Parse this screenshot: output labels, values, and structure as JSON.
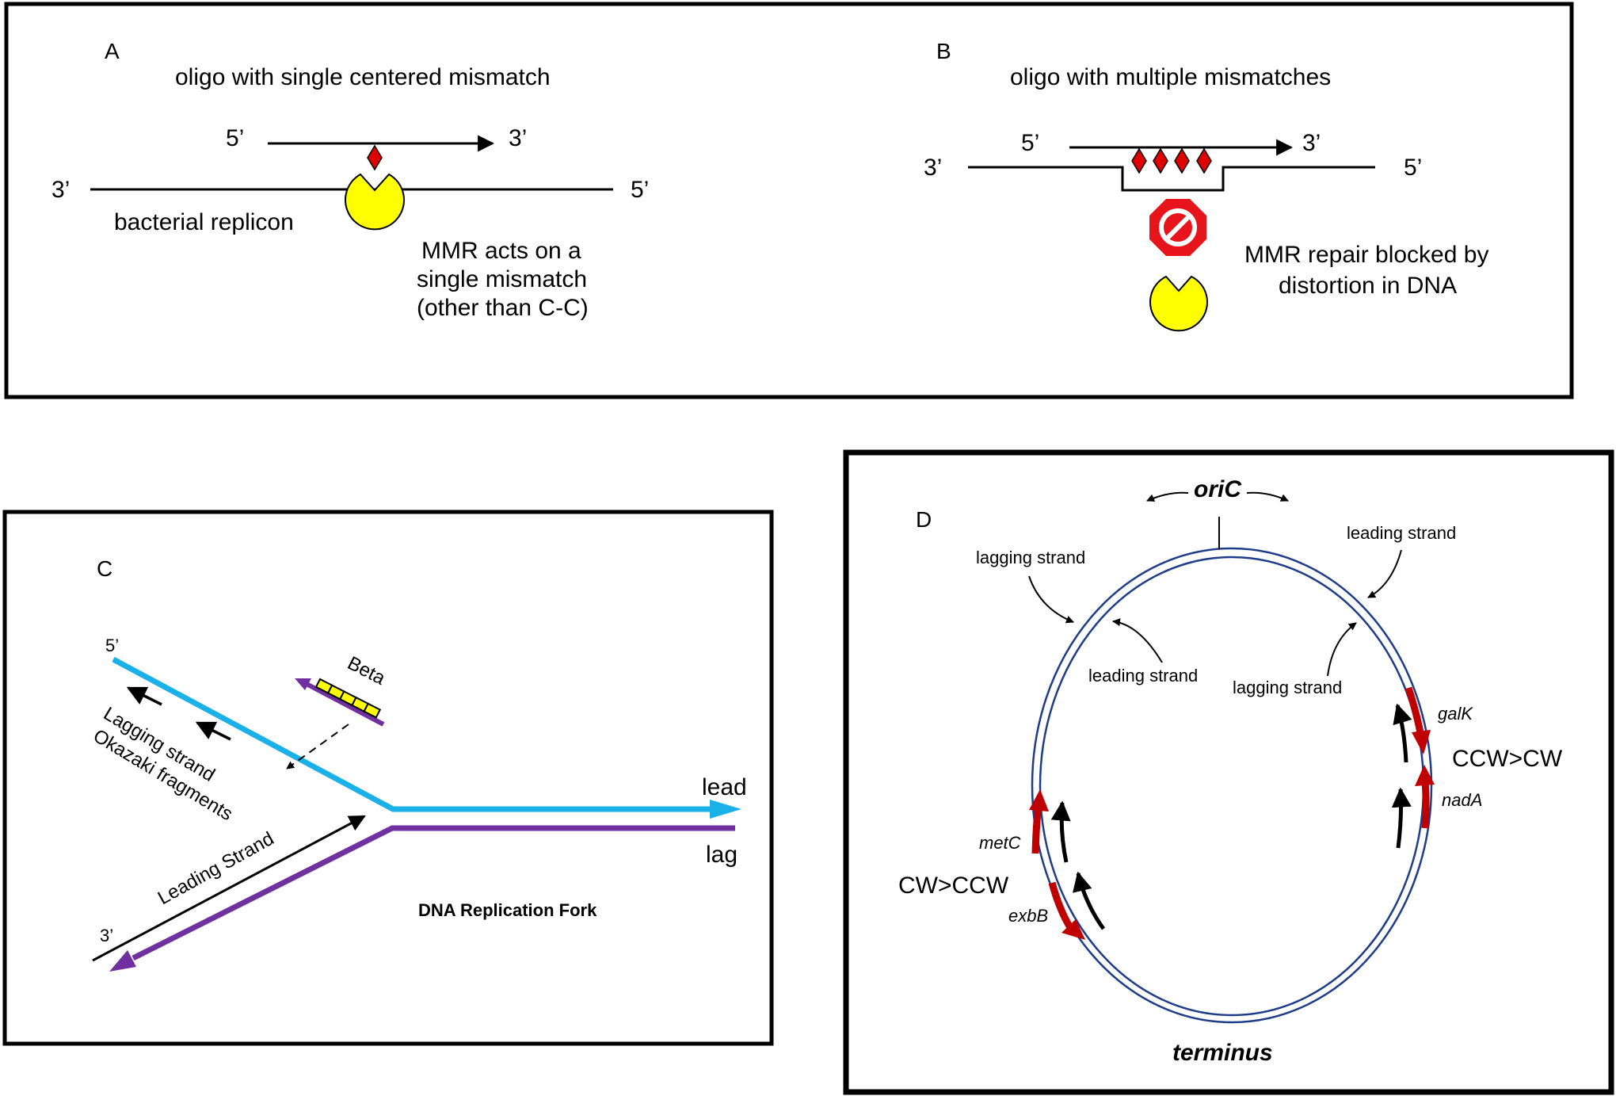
{
  "panelA": {
    "letter": "A",
    "title": "oligo with single centered mismatch",
    "oligo5": "5’",
    "oligo3": "3’",
    "rep3": "3’",
    "rep5": "5’",
    "replicon_label": "bacterial replicon",
    "mmr_line1": "MMR acts on a",
    "mmr_line2": "single mismatch",
    "mmr_line3": "(other than C-C)"
  },
  "panelB": {
    "letter": "B",
    "title": "oligo with multiple mismatches",
    "oligo5": "5’",
    "oligo3": "3’",
    "rep3": "3’",
    "rep5": "5’",
    "mmr_line1": "MMR repair blocked by",
    "mmr_line2": "distortion in DNA"
  },
  "panelC": {
    "letter": "C",
    "five_prime": "5’",
    "three_prime": "3’",
    "beta": "Beta",
    "lagging_line1": "Lagging strand",
    "lagging_line2": "Okazaki fragments",
    "leading": "Leading Strand",
    "lead": "lead",
    "lag": "lag",
    "caption": "DNA Replication Fork",
    "colors": {
      "cyan": "#1ab0e8",
      "purple": "#7030a0",
      "beta_yellow": "#ffff00"
    }
  },
  "panelD": {
    "letter": "D",
    "origin": "oriC",
    "terminus": "terminus",
    "lagging_tl": "lagging strand",
    "leading_tr": "leading strand",
    "leading_inner": "leading strand",
    "lagging_inner": "lagging strand",
    "galK": "galK",
    "nadA": "nadA",
    "metC": "metC",
    "exbB": "exbB",
    "ccw_cw": "CCW>CW",
    "cw_ccw": "CW>CCW",
    "colors": {
      "ring": "#1f3c88",
      "gene": "#c00000"
    }
  },
  "colors": {
    "mismatch_red": "#e00000",
    "mmr_yellow": "#ffff00",
    "stop_red": "#e8141b"
  }
}
